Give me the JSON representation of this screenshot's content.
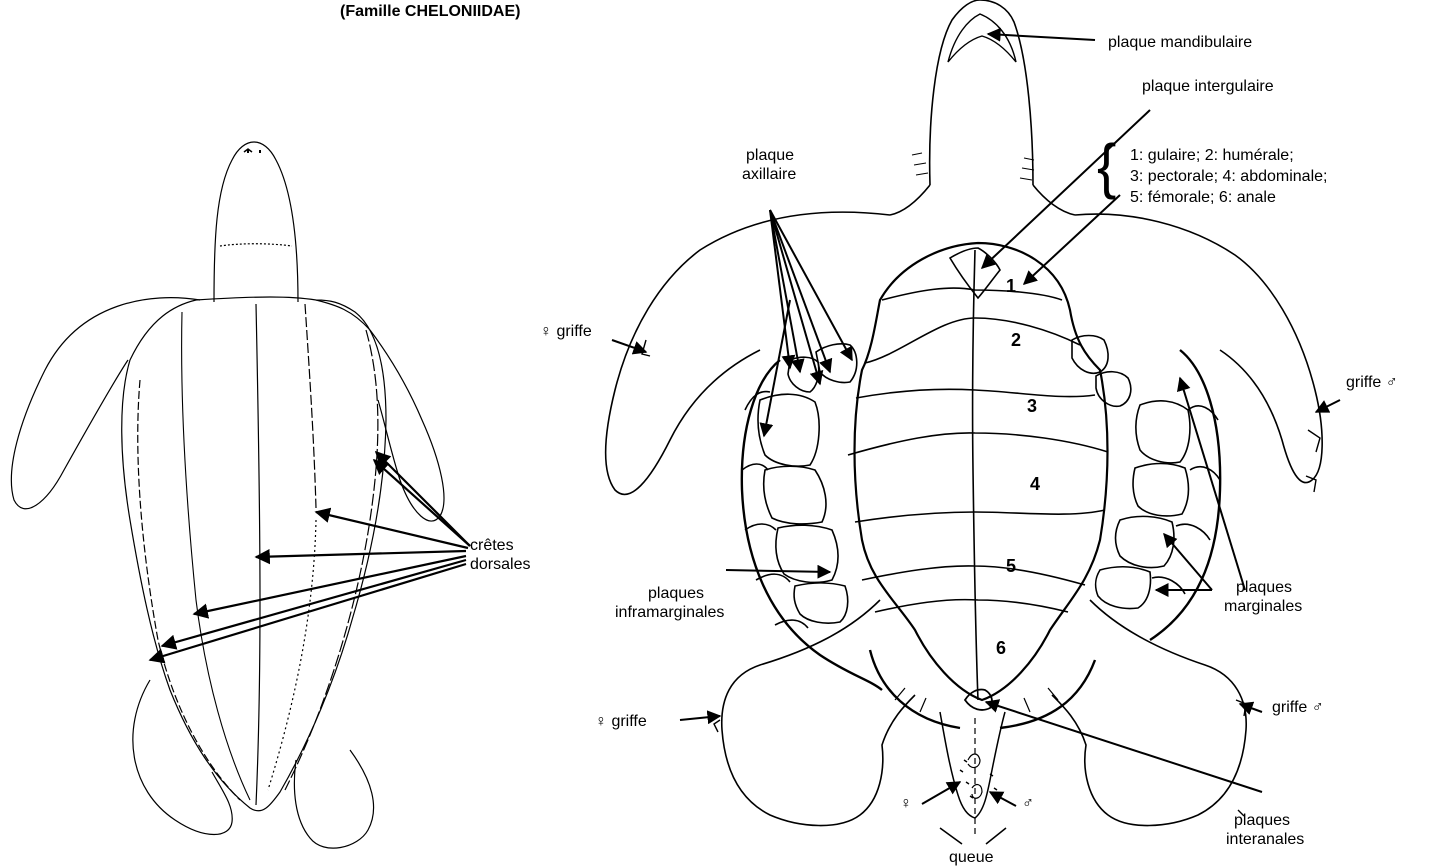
{
  "header": {
    "family": "(Famille CHELONIIDAE)"
  },
  "labels": {
    "cretes_line1": "crêtes",
    "cretes_line2": "dorsales",
    "plaque_mandibulaire": "plaque mandibulaire",
    "plaque_intergulaire": "plaque intergulaire",
    "plaque_axillaire_1": "plaque",
    "plaque_axillaire_2": "axillaire",
    "scutes_line1": "1: gulaire; 2: humérale;",
    "scutes_line2": "3: pectorale; 4: abdominale;",
    "scutes_line3": "5: fémorale; 6: anale",
    "griffe_female_upper": "♀ griffe",
    "griffe_male_upper": "griffe ♂",
    "griffe_female_lower": "♀ griffe",
    "griffe_male_lower": "griffe ♂",
    "inframarginales_1": "plaques",
    "inframarginales_2": "inframarginales",
    "marginales_1": "plaques",
    "marginales_2": "marginales",
    "interanales_1": "plaques",
    "interanales_2": "interanales",
    "female_symbol": "♀",
    "male_symbol": "♂",
    "queue": "queue"
  },
  "scute_numbers": [
    "1",
    "2",
    "3",
    "4",
    "5",
    "6"
  ]
}
